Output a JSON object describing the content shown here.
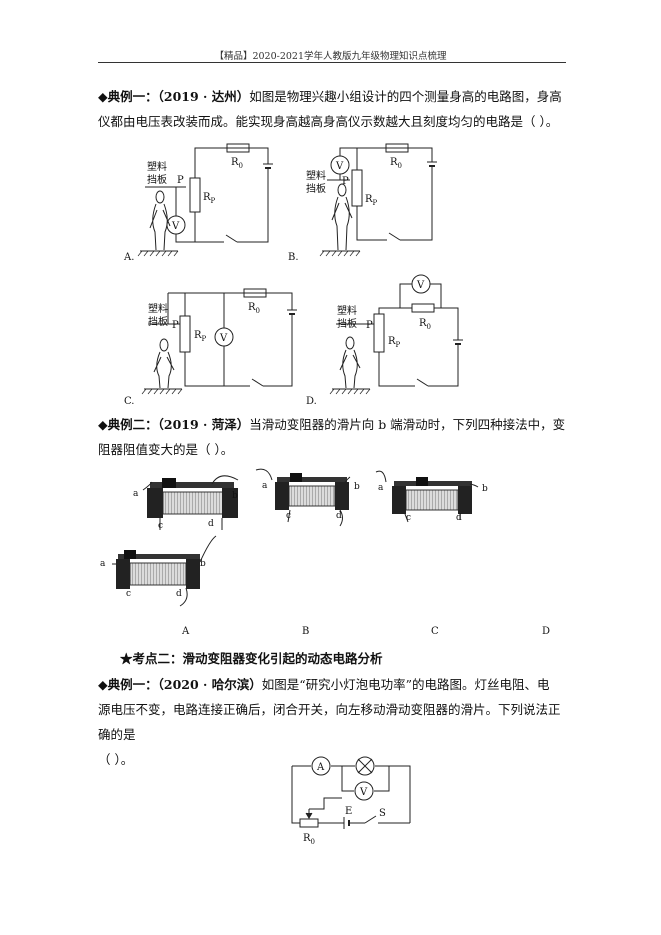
{
  "header": "【精品】2020-2021学年人教版九年级物理知识点梳理",
  "example1": {
    "prefix": "◆典例一：",
    "source": "（2019 · 达州）",
    "text_line1": "如图是物理兴趣小组设计的四个测量身高的电路图，身高",
    "text_line2": "仪都由电压表改装而成。能实现身高越高身高仪示数越大且刻度均匀的电路是（    ）。"
  },
  "circuit_labels": {
    "plastic": "塑料",
    "plate": "挡板",
    "P": "P",
    "R": "R",
    "Rsub_p": "P",
    "R0": "R",
    "R0sub": "0",
    "V": "V"
  },
  "options_row1": [
    "A.",
    "B."
  ],
  "options_row2": [
    "C.",
    "D."
  ],
  "example2": {
    "prefix": "◆典例二：",
    "source": "（2019 · 菏泽）",
    "text_line1": "当滑动变阻器的滑片向 b 端滑动时，下列四种接法中，变",
    "text_line2": "阻器阻值变大的是（    ）。"
  },
  "rheostat_terminals": [
    "a",
    "b",
    "c",
    "d"
  ],
  "rheostat_options": [
    "A",
    "B",
    "C",
    "D"
  ],
  "section2": {
    "prefix": "★考点二：",
    "title": "滑动变阻器变化引起的动态电路分析"
  },
  "example3": {
    "prefix": "◆典例一：",
    "source": "（2020 · 哈尔滨）",
    "text_line1": "如图是“研究小灯泡电功率”的电路图。灯丝电阻、电",
    "text_line2": "源电压不变，电路连接正确后，闭合开关，向左移动滑动变阻器的滑片。下列说法正确的是",
    "text_line3": "（    ）。"
  },
  "circuit3_labels": {
    "A": "A",
    "V": "V",
    "E": "E",
    "S": "S",
    "R": "R",
    "Rsub": "0"
  }
}
